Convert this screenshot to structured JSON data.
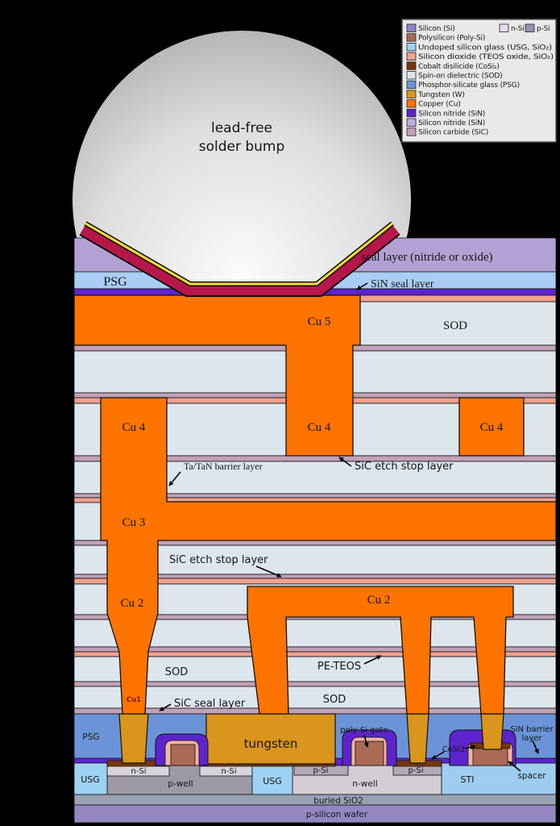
{
  "bump": {
    "line1": "lead-free",
    "line2": "solder bump"
  },
  "legend": {
    "items": [
      {
        "label": "Silicon (Si)",
        "color": "#9183c9"
      },
      {
        "label": "Polysilicon (Poly-Si)",
        "color": "#ab6a55"
      },
      {
        "label": "Undoped silicon glass (USG, SiO₂)",
        "color": "#9fd1f2"
      },
      {
        "label": "Silicon dioxide (TEOS oxide, SiO₂)",
        "color": "#f0a28e"
      },
      {
        "label": "Cobalt disilicide (CoSi₂)",
        "color": "#76380b"
      },
      {
        "label": "Spin-on dielectric (SOD)",
        "color": "#dde6ed"
      },
      {
        "label": "Phosphor-silicate glass (PSG)",
        "color": "#6b94d8"
      },
      {
        "label": "Tungsten (W)",
        "color": "#d9951c"
      },
      {
        "label": "Copper (Cu)",
        "color": "#ff7300"
      },
      {
        "label": "Silicon nitride (SiN)",
        "color": "#5d24cd"
      },
      {
        "label": "Silicon nitride (SiN)",
        "color": "#beafe4"
      },
      {
        "label": "Silicon carbide (SiC)",
        "color": "#c2a2b8"
      }
    ],
    "n_si": {
      "label": "n-Si",
      "color": "#e7dced"
    },
    "p_si": {
      "label": "p-Si",
      "color": "#9a92ad"
    }
  },
  "labels": {
    "seal_layer": "seal layer (nitride or oxide)",
    "psg_top": "PSG",
    "sin_seal_layer": "SiN seal layer",
    "cu5": "Cu 5",
    "sod": "SOD",
    "cu4": "Cu 4",
    "ta_tan_barrier": "Ta/TaN barrier layer",
    "sic_etch_stop": "SiC etch stop layer",
    "cu3": "Cu 3",
    "cu2": "Cu 2",
    "pe_teos": "PE-TEOS",
    "cu1": "Cu1",
    "sic_seal_layer": "SiC seal layer",
    "psg_bottom": "PSG",
    "tungsten": "tungsten",
    "poly_si_gate": "poly-Si gate",
    "cosi2": "CoSi2",
    "sin_barrier_line1": "SiN barrier",
    "sin_barrier_line2": "layer",
    "spacer": "spacer",
    "usg": "USG",
    "n_si": "n-Si",
    "p_si": "p-Si",
    "p_well": "p-well",
    "n_well": "n-well",
    "sti": "STI",
    "buried_sio2": "buried SiO2",
    "p_silicon_wafer": "p-silicon wafer"
  },
  "colors": {
    "background": "#000000",
    "bump_edge": "#aaaaaa",
    "bump_center": "#fbfbfb",
    "ubm_crimson": "#b5174a",
    "ubm_gold": "#f0d73c",
    "seal_purple": "#b3a1d4",
    "psg_light": "#a9cdf4",
    "psg_dark": "#6b94d8",
    "sin_dark": "#5d24cd",
    "sod": "#dde6ed",
    "sic_mauve": "#c2a2b8",
    "teos_salmon": "#f0a28e",
    "copper": "#ff7300",
    "tungsten": "#d9951c",
    "poly": "#ab6a55",
    "cosi2": "#76380b",
    "usg": "#9fd1f2",
    "sti": "#9ecdf0",
    "n_si_region": "#d8d4dc",
    "p_si_region": "#b2aab8",
    "p_well_region": "#9e99a6",
    "n_well_region": "#d3ced6",
    "buried_sio2": "#97a3b3",
    "wafer_purple": "#9487c1"
  }
}
